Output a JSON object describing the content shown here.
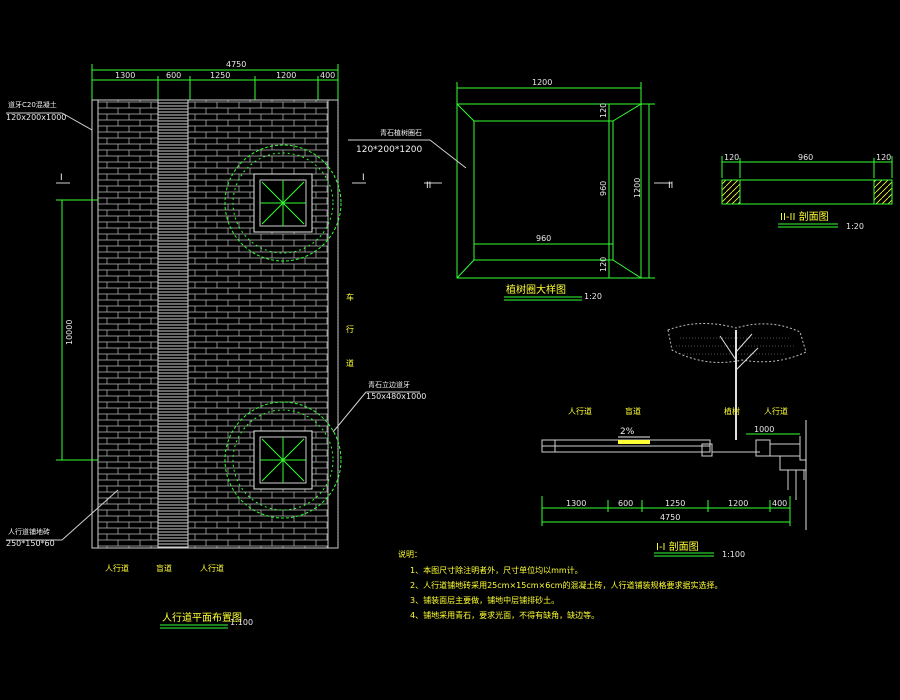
{
  "plan": {
    "dims": [
      "4750",
      "1300",
      "600",
      "1250",
      "1200",
      "400"
    ],
    "vertical_dim": "10000",
    "note_top_left_title": "道牙C20混凝土",
    "note_top_left_size": "120x200x1000",
    "note_bottom_left_title": "人行道铺地砖",
    "note_bottom_left_size": "250*150*60",
    "note_right_title": "青石立边道牙",
    "note_right_size": "150x480x1000",
    "road_label": [
      "车",
      "行",
      "道"
    ],
    "section_mark": "I",
    "zone_labels": [
      "人行道",
      "盲道",
      "人行道"
    ],
    "title": "人行道平面布置图",
    "scale": "1:100"
  },
  "pit": {
    "note_title": "青石植树圈石",
    "note_size": "120*200*1200",
    "dim_top": "1200",
    "dim_right": "1200",
    "dim_inner_h": "960",
    "dim_inner_v": "960",
    "dim_edge_a": "120",
    "dim_edge_b": "120",
    "section_mark": "II",
    "title": "植树圈大样图",
    "scale": "1:20"
  },
  "section2": {
    "dims": [
      "120",
      "960",
      "120"
    ],
    "title": "II-II 剖面图",
    "scale": "1:20"
  },
  "section1": {
    "labels": [
      "人行道",
      "盲道",
      "植树",
      "人行道"
    ],
    "slope": "2%",
    "dim_right": "1000",
    "dims": [
      "1300",
      "600",
      "1250",
      "1200",
      "400"
    ],
    "dim_total": "4750",
    "title": "I-I 剖面图",
    "scale": "1:100"
  },
  "notes": {
    "heading": "说明：",
    "items": [
      "1、本图尺寸除注明者外，尺寸单位均以mm计。",
      "2、人行道铺地砖采用25cm×15cm×6cm的混凝土砖，人行道铺装规格要求据实选择。",
      "3、铺装面层主要做，铺地中层铺排砂土。",
      "4、铺地采用青石，要求光面，不得有缺角，缺边等。"
    ]
  },
  "colors": {
    "line": "#33ff33",
    "text": "#ffff33",
    "white": "#e8e8e8"
  }
}
